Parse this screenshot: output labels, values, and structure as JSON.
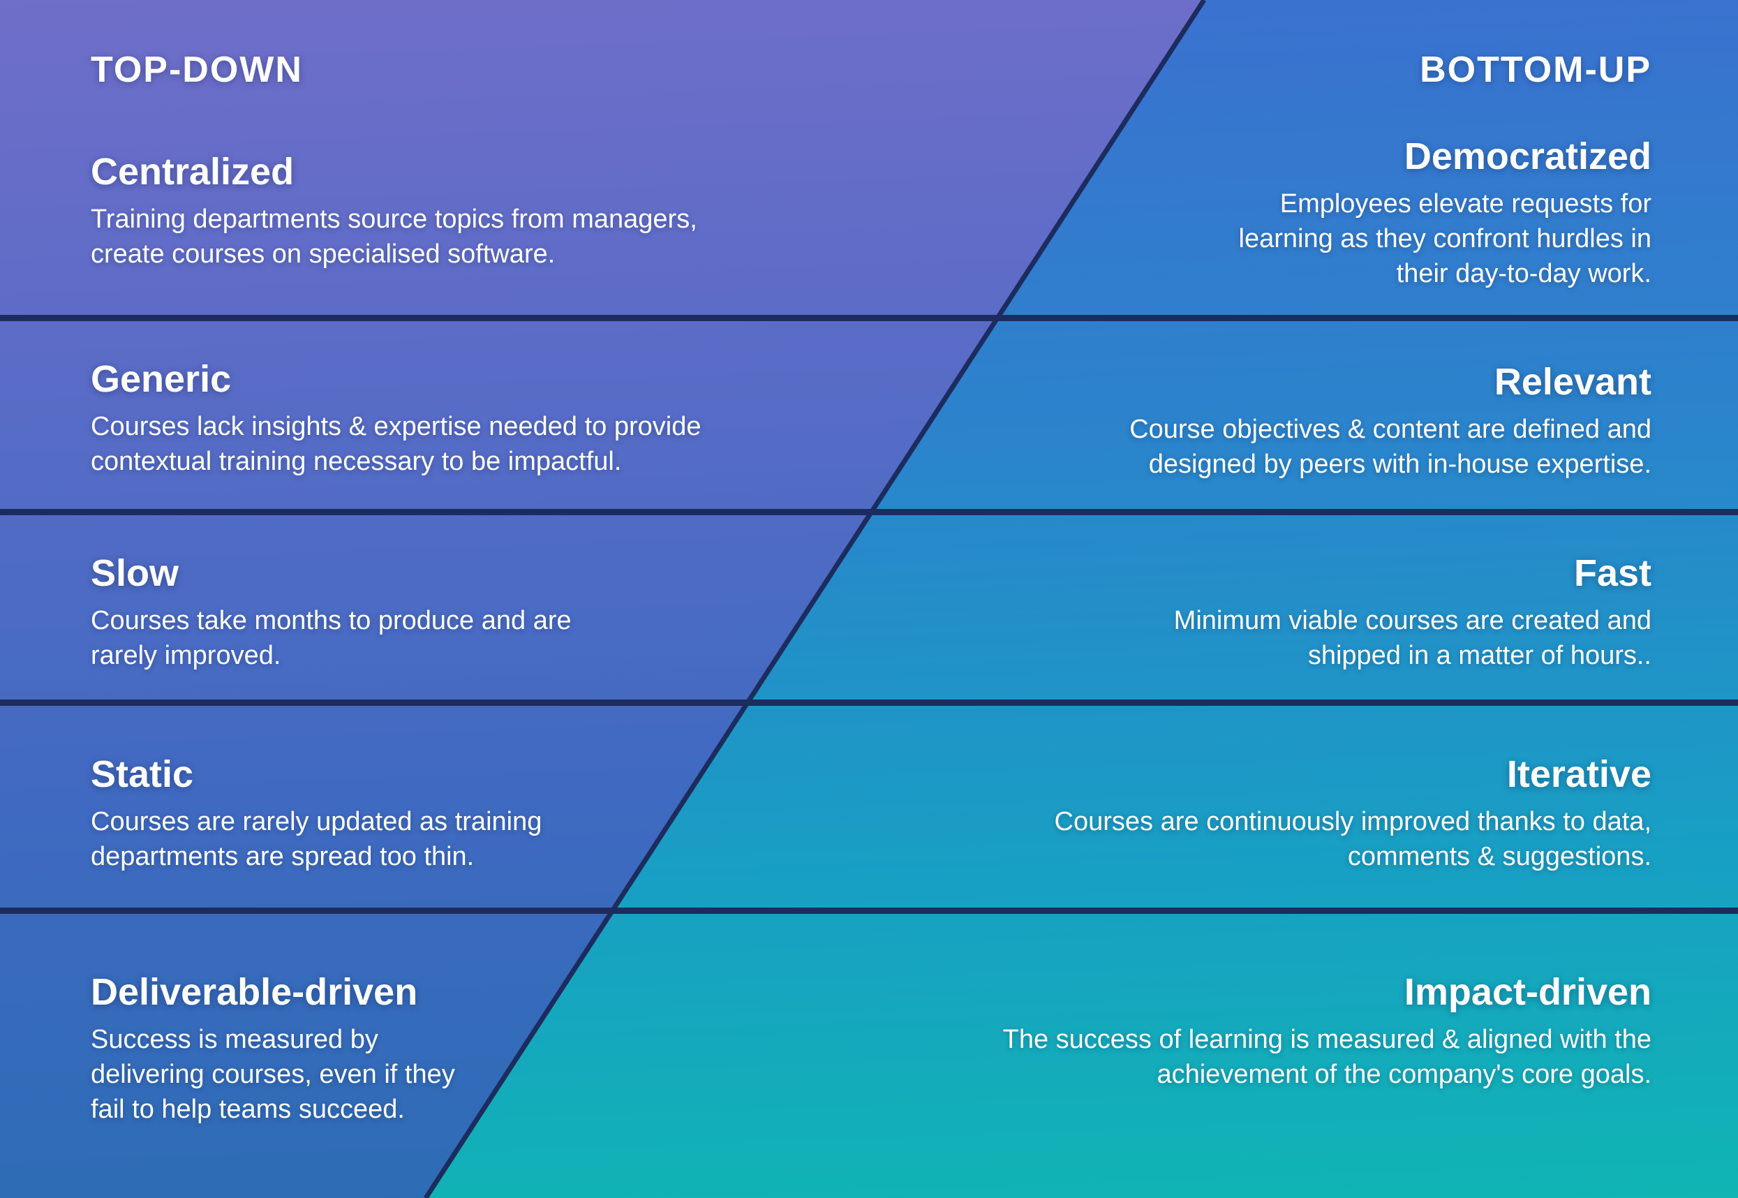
{
  "columns": {
    "left": {
      "header": "TOP-DOWN"
    },
    "right": {
      "header": "BOTTOM-UP"
    }
  },
  "rows": [
    {
      "left": {
        "title": "Centralized",
        "body": "Training departments source topics from managers,\ncreate courses on specialised software."
      },
      "right": {
        "title": "Democratized",
        "body": "Employees elevate requests for\nlearning as they confront hurdles in\ntheir day-to-day work."
      }
    },
    {
      "left": {
        "title": "Generic",
        "body": "Courses lack insights & expertise needed to provide\ncontextual training necessary to be impactful."
      },
      "right": {
        "title": "Relevant",
        "body": "Course objectives & content are defined and\ndesigned by peers with in-house expertise."
      }
    },
    {
      "left": {
        "title": "Slow",
        "body": "Courses take months to produce and are\nrarely improved."
      },
      "right": {
        "title": "Fast",
        "body": "Minimum viable courses are created and\nshipped in a matter of hours.."
      }
    },
    {
      "left": {
        "title": "Static",
        "body": "Courses are rarely updated as training\ndepartments are spread too thin."
      },
      "right": {
        "title": "Iterative",
        "body": "Courses are continuously improved thanks to data,\ncomments & suggestions."
      }
    },
    {
      "left": {
        "title": "Deliverable-driven",
        "body": "Success is measured by\ndelivering courses, even if they\nfail to help teams succeed."
      },
      "right": {
        "title": "Impact-driven",
        "body": "The success of learning is measured & aligned with the\nachievement of the company's core goals."
      }
    }
  ],
  "colors": {
    "text": "#ffffff",
    "divider": "#1d2c5e",
    "left_gradient_top": "#6f6ec9",
    "left_gradient_bottom": "#2b6cb4",
    "right_gradient_top": "#3c70d0",
    "right_gradient_bottom": "#10b5b4"
  }
}
